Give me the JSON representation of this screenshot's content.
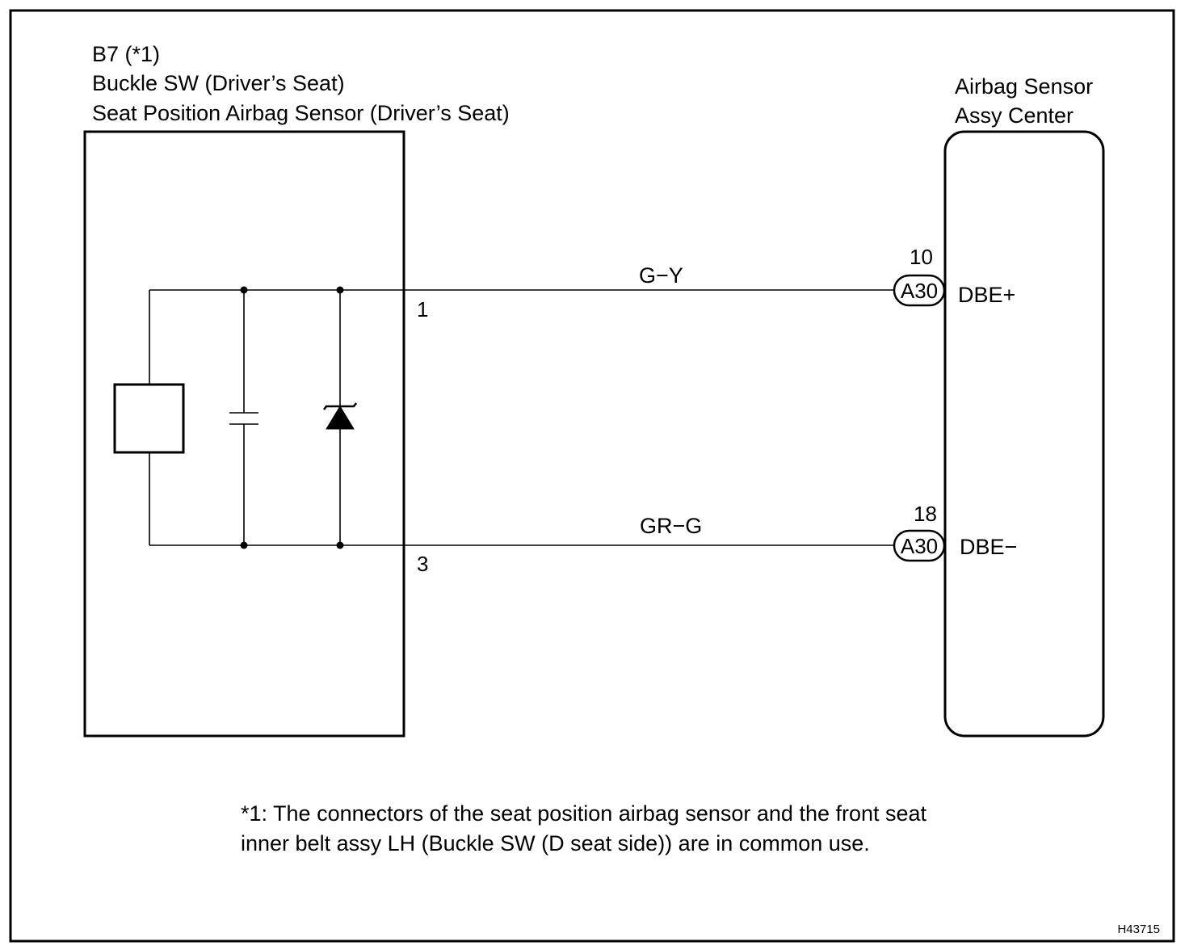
{
  "left_component": {
    "connector_id": "B7 (*1)",
    "name_line1": "Buckle SW (Driver’s Seat)",
    "name_line2": "Seat Position Airbag Sensor (Driver’s Seat)",
    "pin_top": "1",
    "pin_bottom": "3"
  },
  "right_component": {
    "name_line1": "Airbag Sensor",
    "name_line2": "Assy Center",
    "top_pin_number": "10",
    "top_connector": "A30",
    "top_terminal": "DBE+",
    "bottom_pin_number": "18",
    "bottom_connector": "A30",
    "bottom_terminal": "DBE−"
  },
  "wires": {
    "top_color": "G−Y",
    "bottom_color": "GR−G"
  },
  "footnote": {
    "line1": "*1: The connectors of the seat position airbag sensor and the front seat",
    "line2": "inner belt assy LH (Buckle SW (D seat side)) are in common use."
  },
  "figure_code": "H43715"
}
